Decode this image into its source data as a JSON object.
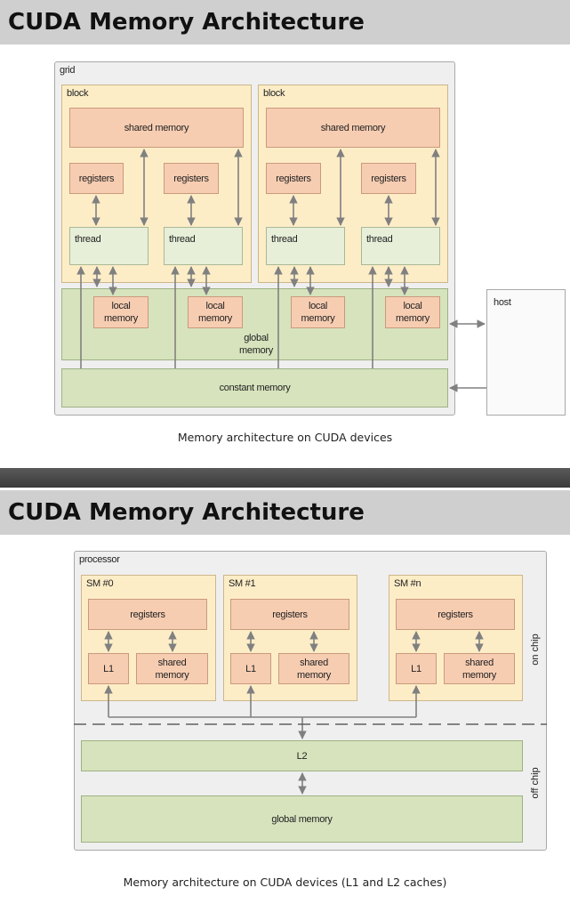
{
  "slide1": {
    "title": "CUDA Memory Architecture",
    "grid_label": "grid",
    "block_label": "block",
    "shared_memory": "shared memory",
    "registers": "registers",
    "thread": "thread",
    "local_memory": "local\nmemory",
    "global_memory": "global\nmemory",
    "constant_memory": "constant memory",
    "host": "host",
    "caption": "Memory architecture on CUDA devices"
  },
  "slide2": {
    "title": "CUDA Memory Architecture",
    "processor_label": "processor",
    "sm_labels": [
      "SM #0",
      "SM #1",
      "SM #n"
    ],
    "registers": "registers",
    "l1": "L1",
    "shared_memory": "shared\nmemory",
    "l2": "L2",
    "global_memory": "global memory",
    "on_chip": "on chip",
    "off_chip": "off chip",
    "caption": "Memory architecture on CUDA devices (L1 and L2 caches)"
  },
  "colors": {
    "title_bar": "#cfcfcf",
    "block_fill": "#fdedc7",
    "memory_orange": "#f7cdb2",
    "thread_green": "#e7efd9",
    "global_green": "#d6e3bd",
    "arrow_gray": "#808080"
  }
}
